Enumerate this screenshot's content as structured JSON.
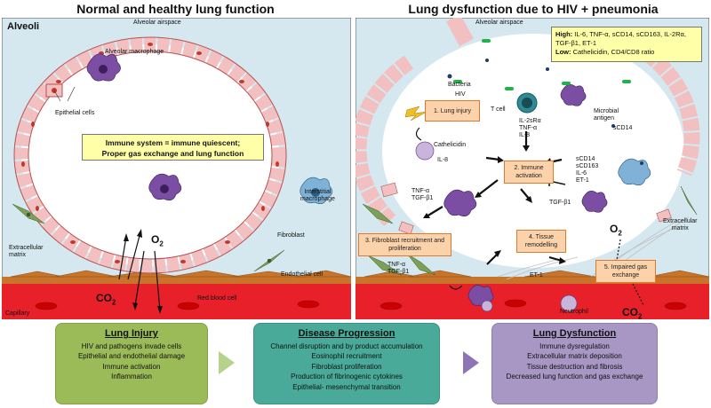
{
  "left_panel": {
    "title": "Normal and healthy lung function",
    "alveoli": "Alveoli",
    "airspace": "Alveolar airspace",
    "macrophage": "Alveolar macrophage",
    "epithelial": "Epithelial cells",
    "immune_box": [
      "Immune system = immune quiescent;",
      "Proper gas exchange and lung function"
    ],
    "interstitial": [
      "Interstitial",
      "macrophage"
    ],
    "fibroblast": "Fibroblast",
    "ecm": [
      "Extracellular",
      "matrix"
    ],
    "o2": "O",
    "o2_sub": "2",
    "co2": "CO",
    "co2_sub": "2",
    "endothelial": "Endothelial cell",
    "rbc": "Red blood cell",
    "capillary": "Capillary"
  },
  "right_panel": {
    "title": "Lung dysfunction due to HIV + pneumonia",
    "airspace": "Alveolar airspace",
    "high_label": "High:",
    "high_text": " IL-6, TNF-α, sCD14, sCD163, IL-2Rα, TGF-β1, ET-1",
    "low_label": "Low:",
    "low_text": " Cathelicidin, CD4/CD8 ratio",
    "bacteria": "Bacteria",
    "hiv": "HIV",
    "tcell": "T cell",
    "tcell_cytokines": [
      "IL-2sRα",
      "TNF-α",
      "IL-8"
    ],
    "microbial": [
      "Microbial",
      "antigen"
    ],
    "scd14": "sCD14",
    "cathelicidin": "Cathelicidin",
    "il8": "IL-8",
    "markers": [
      "sCD14",
      "sCD163",
      "IL-6",
      "ET-1"
    ],
    "tnf_tgf": [
      "TNF-α",
      "TGF-β1"
    ],
    "tgf": "TGF-β1",
    "tnf_tgf2": [
      "TNF-α",
      "TGF-β1"
    ],
    "et1": "ET-1",
    "neutrophil": "Neutrophil",
    "ecm": [
      "Extracellular",
      "matrix"
    ],
    "o2": "O",
    "o2_sub": "2",
    "co2": "CO",
    "co2_sub": "2",
    "steps": {
      "s1": "1. Lung injury",
      "s2": [
        "2. Immune",
        "activation"
      ],
      "s3": [
        "3. Fibroblast recruitment and",
        "proliferation"
      ],
      "s4": [
        "4. Tissue",
        "remodelling"
      ],
      "s5": [
        "5. Impaired gas",
        "exchange"
      ]
    }
  },
  "cards": [
    {
      "title": "Lung Injury",
      "items": [
        "HIV and pathogens invade cells",
        "Epithelial and endothelial damage",
        "Immune activation",
        "Inflammation"
      ],
      "color": "#9bbb59"
    },
    {
      "title": "Disease Progression",
      "items": [
        "Channel disruption and by product accumulation",
        "Eosinophil recruitment",
        "Fibroblast proliferation",
        "Production of fibrinogenic cytokines",
        "Epithelial- mesenchymal transition"
      ],
      "color": "#4aaa99"
    },
    {
      "title": "Lung Dysfunction",
      "items": [
        "Immune dysregulation",
        "Extracellular matrix deposition",
        "Tissue destruction and fibrosis",
        "Decreased lung function and gas exchange"
      ],
      "color": "#a897c4"
    }
  ],
  "colors": {
    "panel_bg": "#d5e8f0",
    "epithelial": "#f2c0c0",
    "capillary": "#e8202a",
    "endothelial": "#c8742a",
    "step_fill": "#fbd2a9",
    "macrophage": "#7b4ea3"
  }
}
